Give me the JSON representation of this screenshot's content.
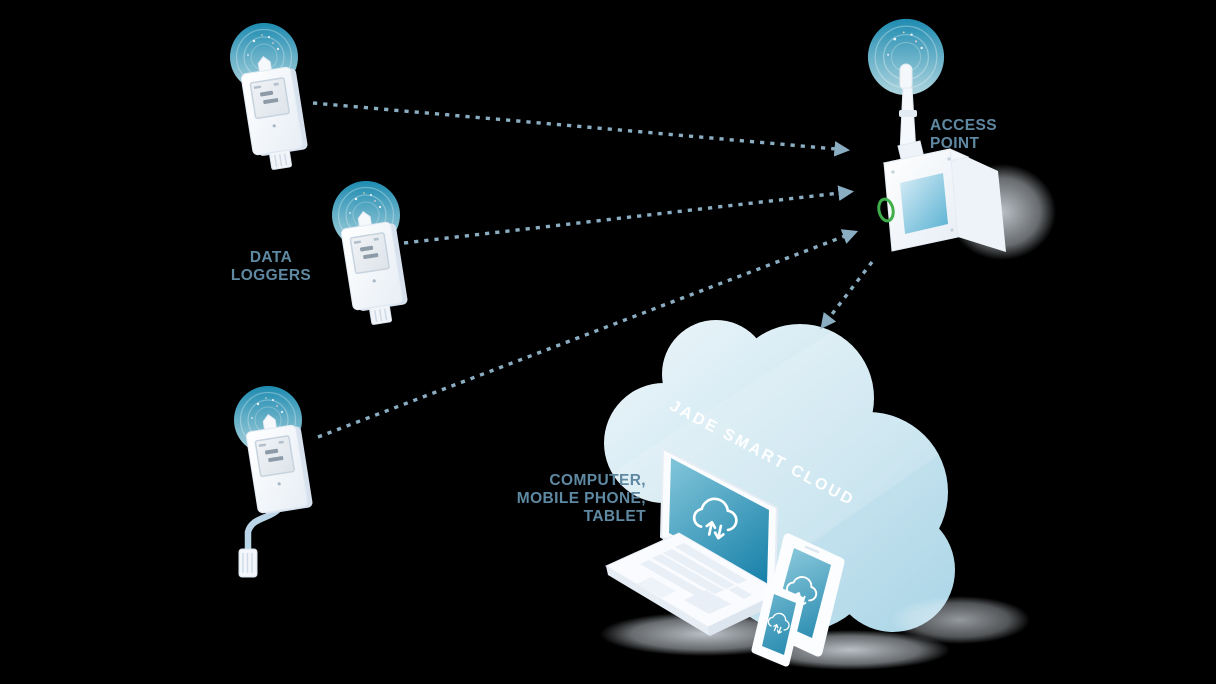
{
  "diagram": {
    "type": "network-architecture",
    "labels": {
      "data_loggers_line1": "DATA",
      "data_loggers_line2": "LOGGERS",
      "access_point_line1": "ACCESS",
      "access_point_line2": "POINT",
      "cloud_name": "JADE SMART CLOUD",
      "client_devices_line1": "COMPUTER,",
      "client_devices_line2": "MOBILE PHONE,",
      "client_devices_line3": "TABLET"
    },
    "colors": {
      "background": "#000000",
      "label_text": "#5f89a2",
      "cloud_label_text": "#ffffff",
      "arrow": "#8badc2",
      "wifi_teal_dark": "#2196be",
      "wifi_teal_light": "#bce5f0",
      "screen_teal_dark": "#0d7aa4",
      "screen_teal_light": "#86c8dc",
      "cloud_top": "#e9f4f9",
      "cloud_bottom": "#b0d8e8",
      "device_white": "#f7fafc",
      "clip_green": "#3fae4a"
    },
    "nodes": {
      "data_logger_count": 3,
      "items": [
        "data-logger-1",
        "data-logger-2",
        "data-logger-3",
        "access-point",
        "jade-smart-cloud",
        "laptop",
        "tablet",
        "smartphone"
      ],
      "connections": [
        "data-logger-1 -> access-point",
        "data-logger-2 -> access-point",
        "data-logger-3 -> access-point",
        "access-point -> jade-smart-cloud"
      ]
    }
  }
}
